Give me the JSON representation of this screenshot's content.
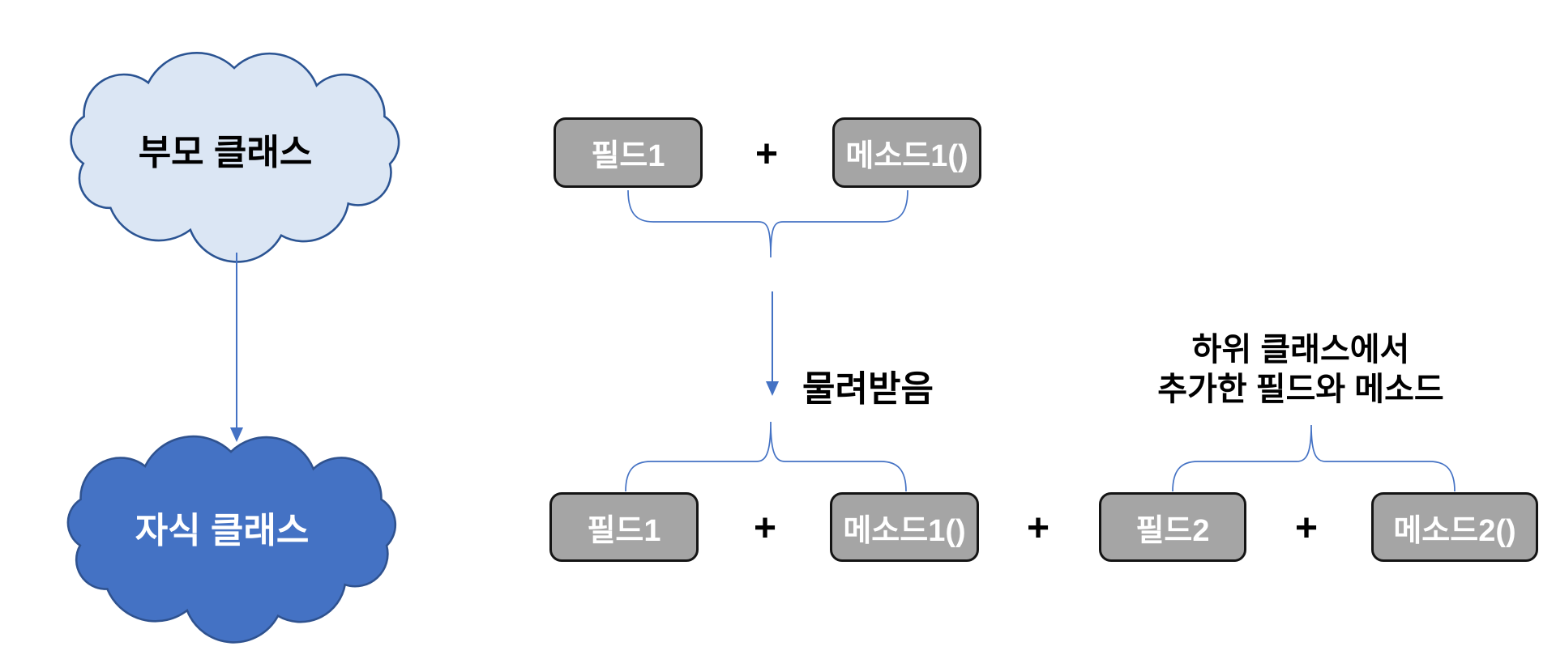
{
  "clouds": {
    "parent": {
      "label": "부모 클래스"
    },
    "child": {
      "label": "자식 클래스"
    }
  },
  "boxes": {
    "top_field": "필드1",
    "top_method": "메소드1()",
    "bottom_field1": "필드1",
    "bottom_method1": "메소드1()",
    "bottom_field2": "필드2",
    "bottom_method2": "메소드2()"
  },
  "symbols": {
    "plus": "+"
  },
  "labels": {
    "inherit": "물려받음",
    "annotation_line1": "하위 클래스에서",
    "annotation_line2": "추가한 필드와 메소드"
  },
  "colors": {
    "accent": "#4472c4",
    "parent_cloud_fill": "#dbe6f4",
    "parent_cloud_stroke": "#2b5493",
    "child_cloud_fill": "#4472c4",
    "child_cloud_stroke": "#2f528f",
    "box_fill": "#a5a5a5",
    "box_stroke": "#141414"
  }
}
